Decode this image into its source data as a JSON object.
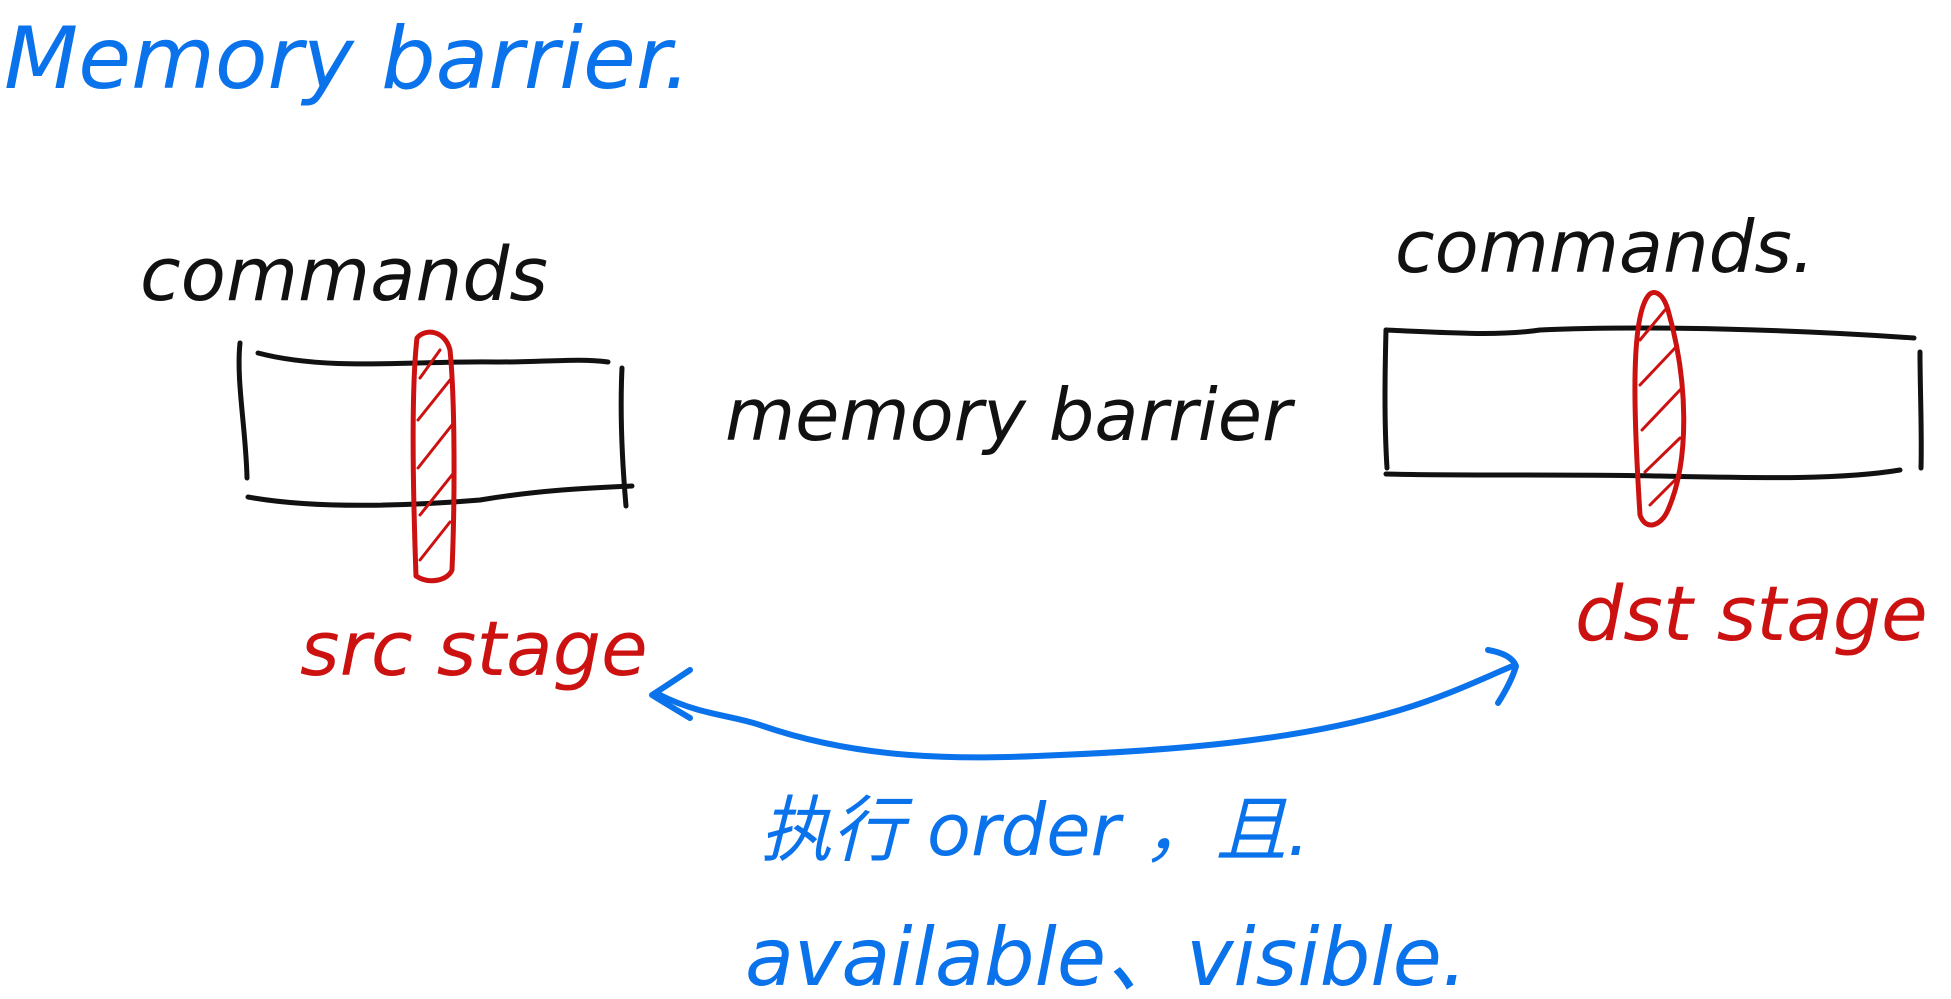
{
  "title": "Memory barrier.",
  "left_block": {
    "label": "commands",
    "stage_label": "src stage"
  },
  "right_block": {
    "label": "commands.",
    "stage_label": "dst stage"
  },
  "center_label": "memory barrier",
  "note": {
    "line1": "执行 order ，且.",
    "line2": "available、visible."
  },
  "colors": {
    "title": "#0a72ea",
    "ink": "#111111",
    "stage": "#cc1111",
    "note": "#0a72ea"
  }
}
